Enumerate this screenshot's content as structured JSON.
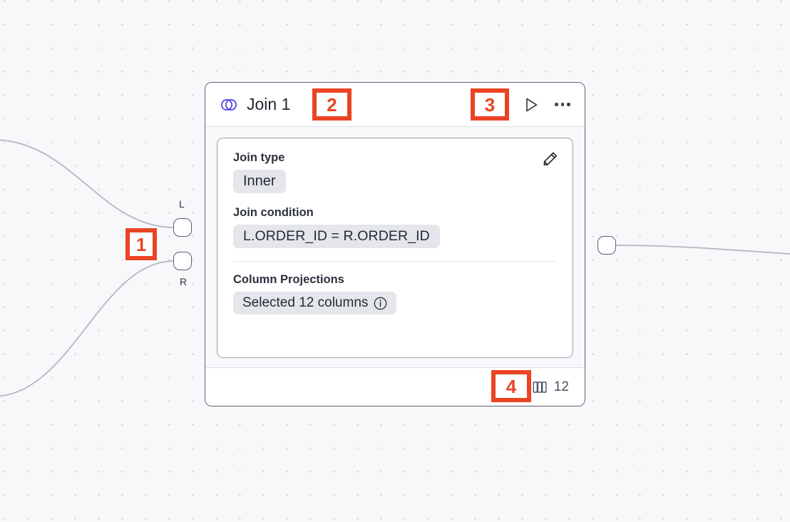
{
  "canvas": {
    "background_color": "#f7f8fa",
    "grid_dot_color": "#c3c6d0",
    "annotation_color": "#ea4424"
  },
  "node": {
    "title": "Join 1",
    "icon": "join-venn-icon",
    "icon_color": "#4b3fe0",
    "header_actions": {
      "run_label": "run-icon",
      "more_label": "more-options-icon"
    },
    "ports": {
      "left_input_label": "L",
      "right_input_label": "R",
      "output_label": ""
    },
    "details": {
      "join_type_label": "Join type",
      "join_type_value": "Inner",
      "join_condition_label": "Join condition",
      "join_condition_value": "L.ORDER_ID = R.ORDER_ID",
      "column_projections_label": "Column Projections",
      "column_projections_value": "Selected 12 columns",
      "edit_label": "edit-icon",
      "info_label": "info-icon"
    },
    "footer": {
      "columns_icon": "columns-icon",
      "columns_count": "12"
    }
  },
  "annotations": {
    "one": "1",
    "two": "2",
    "three": "3",
    "four": "4"
  }
}
